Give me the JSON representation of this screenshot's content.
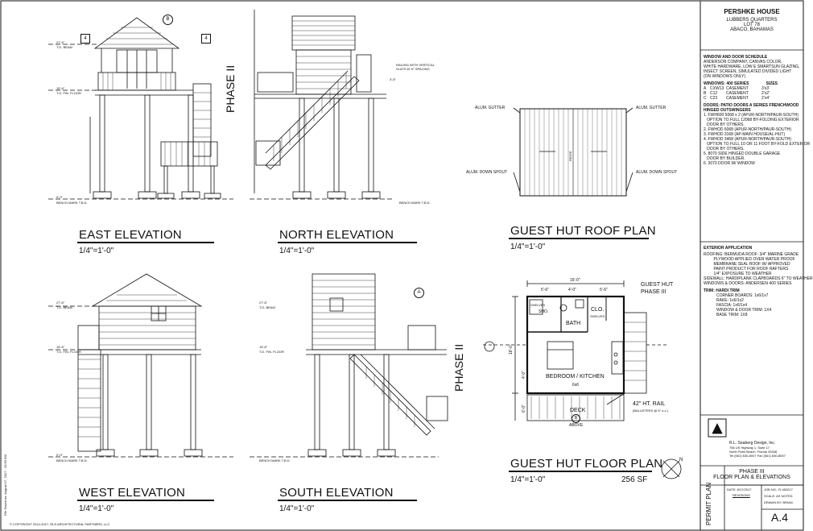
{
  "project": {
    "name": "PERSHKE HOUSE",
    "line2": "LUBBERS QUARTERS",
    "line3": "LOT 78",
    "line4": "ABACO, BAHAMAS"
  },
  "views": {
    "east": {
      "title": "EAST ELEVATION",
      "scale": "1/4\"=1'-0\""
    },
    "north": {
      "title": "NORTH ELEVATION",
      "scale": "1/4\"=1'-0\""
    },
    "west": {
      "title": "WEST ELEVATION",
      "scale": "1/4\"=1'-0\""
    },
    "south": {
      "title": "SOUTH ELEVATION",
      "scale": "1/4\"=1'-0\""
    },
    "roof": {
      "title": "GUEST HUT ROOF PLAN",
      "scale": "1/4\"=1'-0\""
    },
    "floor": {
      "title": "GUEST HUT FLOOR PLAN",
      "scale": "1/4\"=1'-0\"",
      "area": "256 SF"
    }
  },
  "phase_labels": {
    "north": "PHASE II",
    "south": "PHASE II"
  },
  "tags": {
    "b": "B",
    "a": "A",
    "n4": "4"
  },
  "elev_notes": {
    "beam": "27'-6\"",
    "beam_lbl": "T.O. BEAM",
    "flr": "15'-6\"",
    "flr_lbl": "T.O. FIN. FLOOR",
    "bench": "0'-0\"",
    "bench_lbl": "BENCH MARK T.B.D.",
    "north_note1": "RAILING WITH VERTICAL",
    "north_note2": "SLATS AT 6\" SPACING",
    "n_dim": "3'-6\""
  },
  "roof_plan": {
    "gutter_l": "ALUM. GUTTER",
    "gutter_r": "ALUM. GUTTER",
    "spout_l": "ALUM. DOWN SPOUT",
    "spout_r": "ALUM. DOWN SPOUT",
    "ridge": "RIDGE"
  },
  "floor_plan": {
    "overall": "16'-0\"",
    "d1": "5'-6\"",
    "d2": "4'-0\"",
    "d3": "5'-6\"",
    "left_dim": "16'-0\"",
    "d4": "4'-0\"",
    "d5": "6'-0\"",
    "shelves_l": "SHELVES",
    "shelves_r": "SHELVES",
    "shw": "SHO.",
    "bath": "BATH",
    "clo": "CLO.",
    "room": "BEDROOM / KITCHEN",
    "bed": "6x6",
    "deck": "DECK",
    "deck_b": "B",
    "above": "ABOVE",
    "hut": "GUEST HUT",
    "phase": "PHASE III",
    "rail": "42\" HT. RAIL",
    "rail2": "(BALUSTERS @ 6\" o.c.)"
  },
  "schedule": {
    "head": "WINDOW AND DOOR SCHEDULE",
    "l1": "ANDERSON COMPANY, CANVAS COLOR,",
    "l2": "WHITE HARDWARE, LOW E SMARTSUN GLAZING,",
    "l3": "INSECT SCREEN, SIMULATED DIVIDED LIGHT",
    "l4": "(ON WINDOWS ONLY)",
    "windows_head": "WINDOWS: 400 SERIES",
    "sizes_head": "SIZES",
    "w": [
      {
        "tag": "A",
        "code": "CXW13",
        "type": "CASEMENT",
        "size": "3'x3'"
      },
      {
        "tag": "B",
        "code": "C12",
        "type": "CASEMENT",
        "size": "2'x2'"
      },
      {
        "tag": "C",
        "code": "C23",
        "type": "CASEMENT",
        "size": "2'x4'"
      }
    ],
    "doors_head": "DOORS: PATIO DOORS A SERIES FRENCHWOOD",
    "doors_head2": "HINGED OUTSWINGERS",
    "d": [
      "1. FWH600 5068 x 2 (APUR-NORTH/PAUR-SOUTH)",
      "   OPTION TO FULL 12068 BY-FOLDING EXTERIOR",
      "   DOOR BY OTHERS.",
      "2. FWHOD 6068 (APUR-NORTH/PAUR-SOUTH)",
      "3. FWHOD 3168 (AP-MAIN HOUSE/AL-HUT)",
      "4. FWHOD 3468 (APUR-NORTH/PAUR-SOUTH)",
      "   OPTION TO FULL 10 OR 11 FOOT BY-FOLD EXTERIOR",
      "   DOOR BY OTHERS.",
      "5. 8070 SIDE HINGED DOUBLE GARAGE",
      "   DOOR BY BUILDER.",
      "6. 3070 DOOR W/ WINDOW"
    ]
  },
  "exterior": {
    "head": "EXTERIOR APPLICATION",
    "lines": [
      "ROOFING: BERMUDA ROOF: 3/4\" MARINE GRADE",
      "         PLYWOOD APPLIED OVER WATER PROOF",
      "         MEMBRANE SEAL ROOF W/ APPROVED",
      "         PAINT PRODUCT FOR ROOF RAFTERS",
      "         1/4\" EXPOSURE TO WEATHER",
      "SIDEWALL: HARDIPLANK CLAPBOARDS 6\" TO WEATHER",
      "WINDOWS & DOORS: ANDERSEN 400 SERIES"
    ],
    "trim_head": "TRIM: HARDI TRIM",
    "trim": [
      "CORNER BOARDS: 1x6/1x7",
      "RAKE: 1x6/1x2",
      "FASCIA: 1x6/1x4",
      "WINDOW & DOOR TRIM: 1X4",
      "BASE TRIM: 1X8"
    ]
  },
  "firm": {
    "name": "R.L. Seaberg Design, Inc.",
    "a1": "756 US Highway 1, Suite 17",
    "a2": "North Palm Beach, Florida 33408",
    "a3": "Tel (561) 630-8007  Fax (561) 630-8057"
  },
  "sheet": {
    "phase": "PHASE III",
    "title": "FLOOR PLAN & ELEVATIONS",
    "date": "DATE: 8/17/2017",
    "revisions": "REVISIONS",
    "job": "JOB NO.: R-452017",
    "scale": "SCALE: AS NOTED",
    "drawn": "DRAWN BY: BRIAN",
    "number": "A.4",
    "permit": "PERMIT PLAN"
  },
  "margin": {
    "copyright": "© COPYRIGHT 2014-2017, RLS ARCHITECTURAL PARTNERS, LLC",
    "file": "File Saved as: August 17, 2017 - 10:59 AM"
  },
  "north": "N"
}
